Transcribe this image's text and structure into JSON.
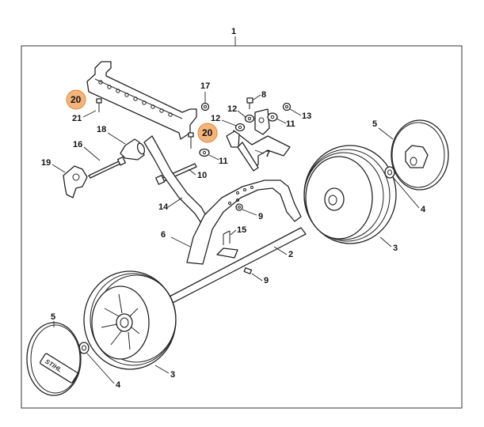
{
  "diagram": {
    "assembly_label": "1",
    "highlight_color": "#f3b57c",
    "highlight_stroke": "#e0873a",
    "callouts": {
      "c1": "1",
      "c2": "2",
      "c3a": "3",
      "c3b": "3",
      "c4a": "4",
      "c4b": "4",
      "c5a": "5",
      "c5b": "5",
      "c6": "6",
      "c7": "7",
      "c8": "8",
      "c9a": "9",
      "c9b": "9",
      "c10": "10",
      "c11a": "11",
      "c11b": "11",
      "c12a": "12",
      "c12b": "12",
      "c13": "13",
      "c14": "14",
      "c15": "15",
      "c16": "16",
      "c17": "17",
      "c18": "18",
      "c19": "19",
      "c20a": "20",
      "c20b": "20",
      "c21": "21"
    },
    "hub_cap_logo": "STIHL"
  }
}
